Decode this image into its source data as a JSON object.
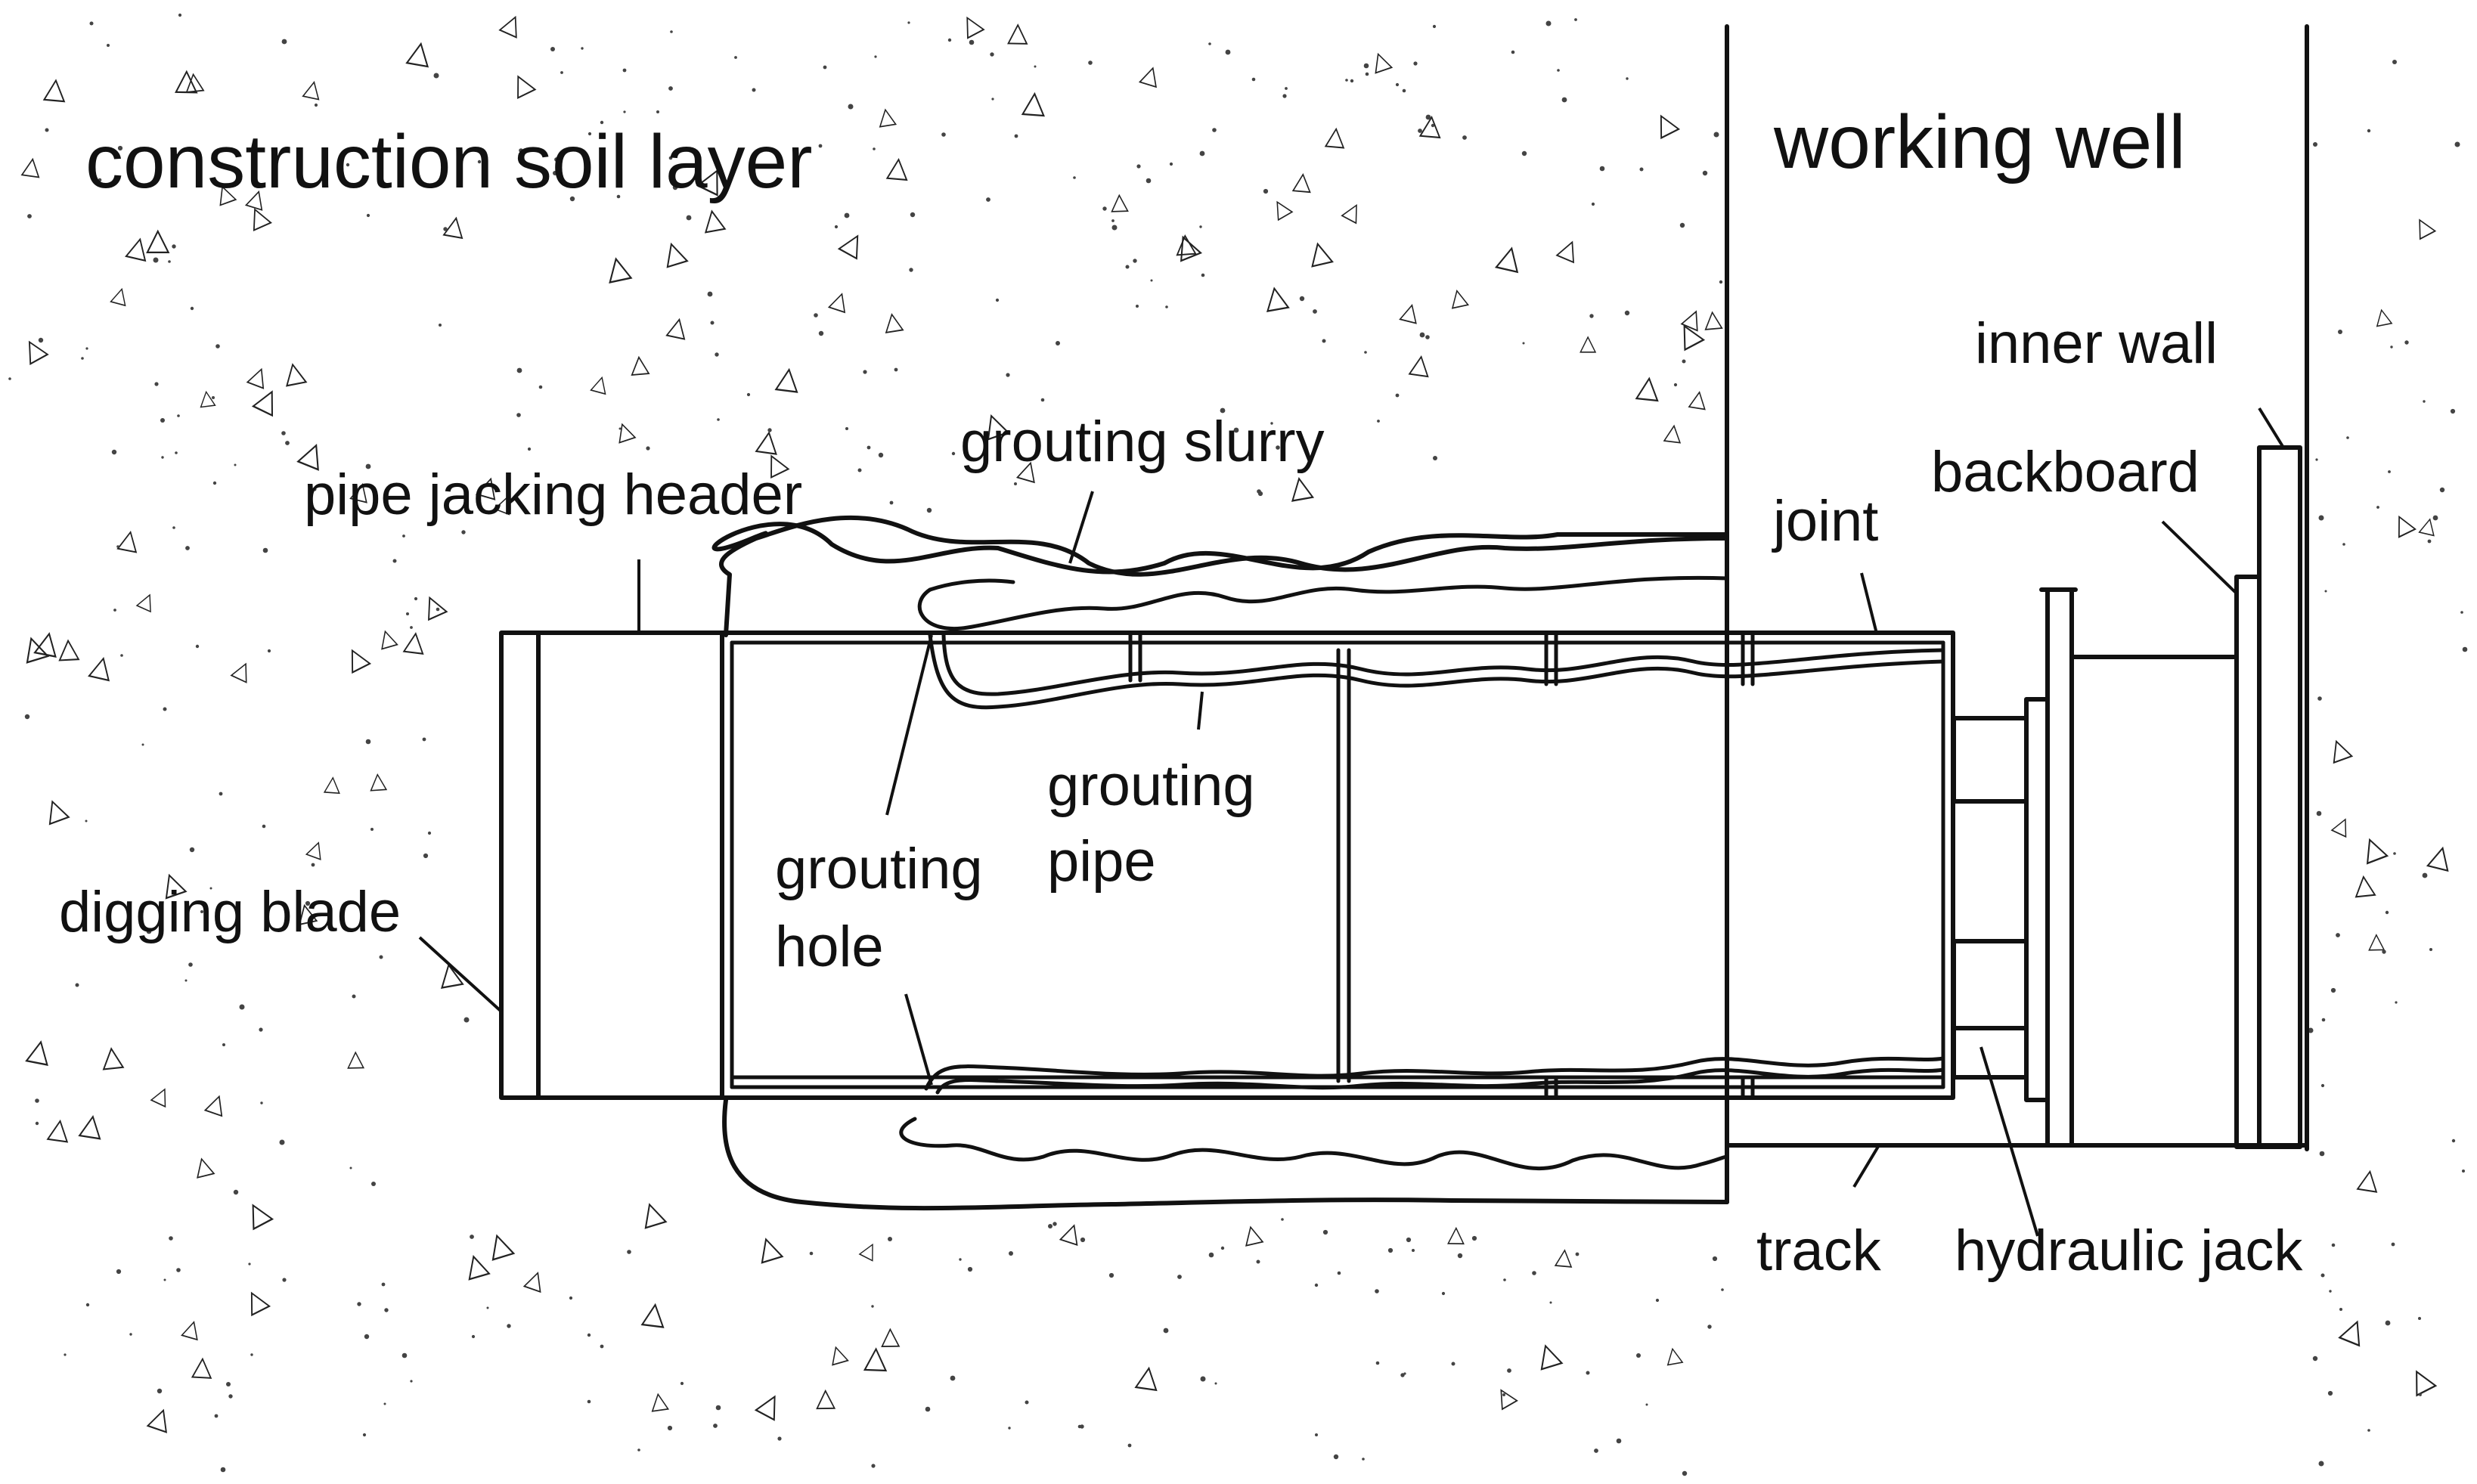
{
  "labels": {
    "construction_soil_layer": "construction soil layer",
    "working_well": "working well",
    "pipe_jacking_header": "pipe jacking header",
    "grouting_slurry": "grouting slurry",
    "inner_wall": "inner wall",
    "backboard": "backboard",
    "joint": "joint",
    "grouting_pipe_line1": "grouting",
    "grouting_pipe_line2": "pipe",
    "grouting_hole_line1": "grouting",
    "grouting_hole_line2": "hole",
    "digging_blade": "digging blade",
    "track": "track",
    "hydraulic_jack": "hydraulic jack"
  },
  "colors": {
    "ink": "#111111",
    "background": "#ffffff"
  }
}
